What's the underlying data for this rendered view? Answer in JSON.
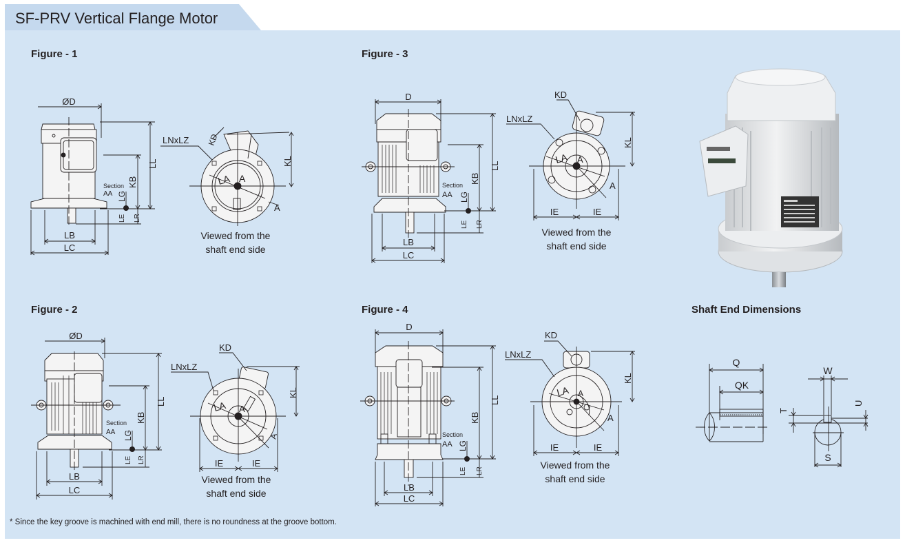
{
  "header": {
    "title": "SF-PRV Vertical Flange Motor"
  },
  "colors": {
    "panel": "#d3e4f4",
    "tab": "#c5d9ee",
    "line": "#231f20"
  },
  "figures": [
    {
      "title": "Figure - 1",
      "side": {
        "dia": "ØD",
        "ll": "LL",
        "kb": "KB",
        "lg": "LG",
        "le": "LE",
        "lr": "LR",
        "lb": "LB",
        "lc": "LC",
        "section1": "Section",
        "section2": "AA"
      },
      "end": {
        "lnxlz": "LNxLZ",
        "kd": "KD",
        "kl": "KL",
        "la": "LA",
        "a1": "A",
        "a2": "A",
        "caption1": "Viewed from the",
        "caption2": "shaft end side"
      }
    },
    {
      "title": "Figure - 2",
      "side": {
        "dia": "ØD",
        "ll": "LL",
        "kb": "KB",
        "lg": "LG",
        "le": "LE",
        "lr": "LR",
        "lb": "LB",
        "lc": "LC",
        "section1": "Section",
        "section2": "AA"
      },
      "end": {
        "lnxlz": "LNxLZ",
        "kd": "KD",
        "kl": "KL",
        "la": "LA",
        "a1": "A",
        "a2": "A",
        "ie1": "IE",
        "ie2": "IE",
        "caption1": "Viewed from the",
        "caption2": "shaft end side"
      }
    },
    {
      "title": "Figure - 3",
      "side": {
        "dia": "D",
        "ll": "LL",
        "kb": "KB",
        "lg": "LG",
        "le": "LE",
        "lr": "LR",
        "lb": "LB",
        "lc": "LC",
        "section1": "Section",
        "section2": "AA"
      },
      "end": {
        "lnxlz": "LNxLZ",
        "kd": "KD",
        "kl": "KL",
        "la": "LA",
        "a1": "A",
        "a2": "A",
        "ie1": "IE",
        "ie2": "IE",
        "caption1": "Viewed from the",
        "caption2": "shaft end side"
      }
    },
    {
      "title": "Figure - 4",
      "side": {
        "dia": "D",
        "ll": "LL",
        "kb": "KB",
        "lg": "LG",
        "le": "LE",
        "lr": "LR",
        "lb": "LB",
        "lc": "LC",
        "section1": "Section",
        "section2": "AA"
      },
      "end": {
        "lnxlz": "LNxLZ",
        "kd": "KD",
        "kl": "KL",
        "la": "LA",
        "a1": "A",
        "a2": "A",
        "ie1": "IE",
        "ie2": "IE",
        "caption1": "Viewed from the",
        "caption2": "shaft end side"
      }
    }
  ],
  "shaft": {
    "title": "Shaft End Dimensions",
    "q": "Q",
    "qk": "QK",
    "w": "W",
    "t": "T",
    "u": "U",
    "s": "S"
  },
  "photo": {
    "alt": "SF-PRV vertical flange motor photo"
  },
  "footnote": "* Since the key groove is machined with end mill, there is no roundness at the groove bottom."
}
